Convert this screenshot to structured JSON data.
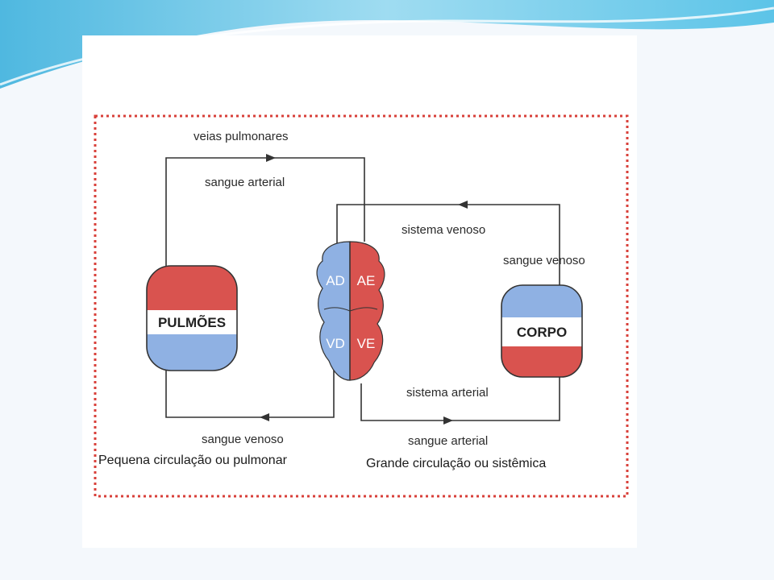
{
  "colors": {
    "arterial": "#d9534f",
    "venous": "#8fb1e3",
    "frame": "#d8403a",
    "line": "#333333",
    "slide_accent": "#5cc4e8"
  },
  "diagram": {
    "top_label_veins": "veias pulmonares",
    "top_label_blood": "sangue arterial",
    "venous_system": "sistema venoso",
    "venous_blood_right": "sangue venoso",
    "arterial_system": "sistema arterial",
    "bottom_left_blood": "sangue venoso",
    "bottom_left_circulation": "Pequena circulação ou pulmonar",
    "bottom_right_blood": "sangue arterial",
    "bottom_right_circulation": "Grande circulação ou sistêmica",
    "lungs_label": "PULMÕES",
    "body_label": "CORPO",
    "chamber_ad": "AD",
    "chamber_ae": "AE",
    "chamber_vd": "VD",
    "chamber_ve": "VE"
  }
}
